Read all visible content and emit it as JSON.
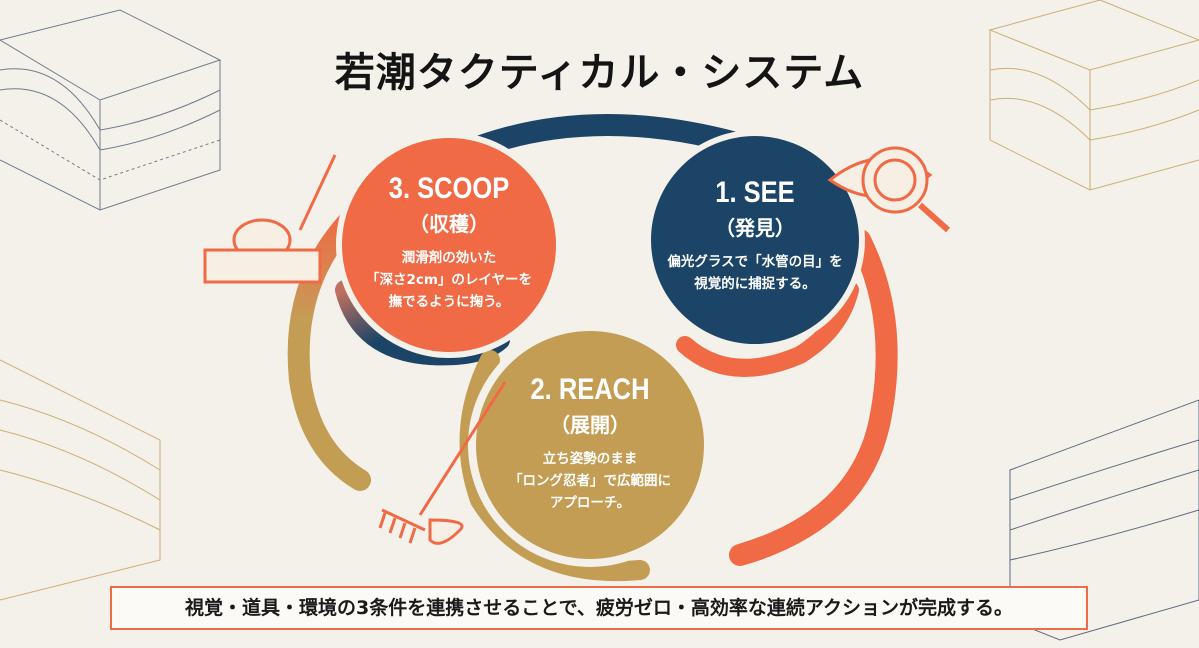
{
  "title": "若潮タクティカル・システム",
  "colors": {
    "orange": "#ef6a45",
    "navy": "#1b4466",
    "gold": "#c49d55",
    "background": "#f3f1ea"
  },
  "steps": [
    {
      "heading": "1. SEE",
      "subheading": "（発見）",
      "lines": [
        "偏光グラスで「水管の目」を",
        "視覚的に捕捉する。"
      ],
      "icon": "eye-magnifier-icon"
    },
    {
      "heading": "2. REACH",
      "subheading": "（展開）",
      "lines": [
        "立ち姿勢のまま",
        "「ロング忍者」で広範囲に",
        "アプローチ。"
      ],
      "icon": "rake-icon"
    },
    {
      "heading": "3. SCOOP",
      "subheading": "（収穫）",
      "lines": [
        "潤滑剤の効いた",
        "「深さ2cm」のレイヤーを",
        "撫でるように掬う。"
      ],
      "icon": "clam-scoop-icon"
    }
  ],
  "footer": "視覚・道具・環境の3条件を連携させることで、疲労ゼロ・高効率な連続アクションが完成する。"
}
